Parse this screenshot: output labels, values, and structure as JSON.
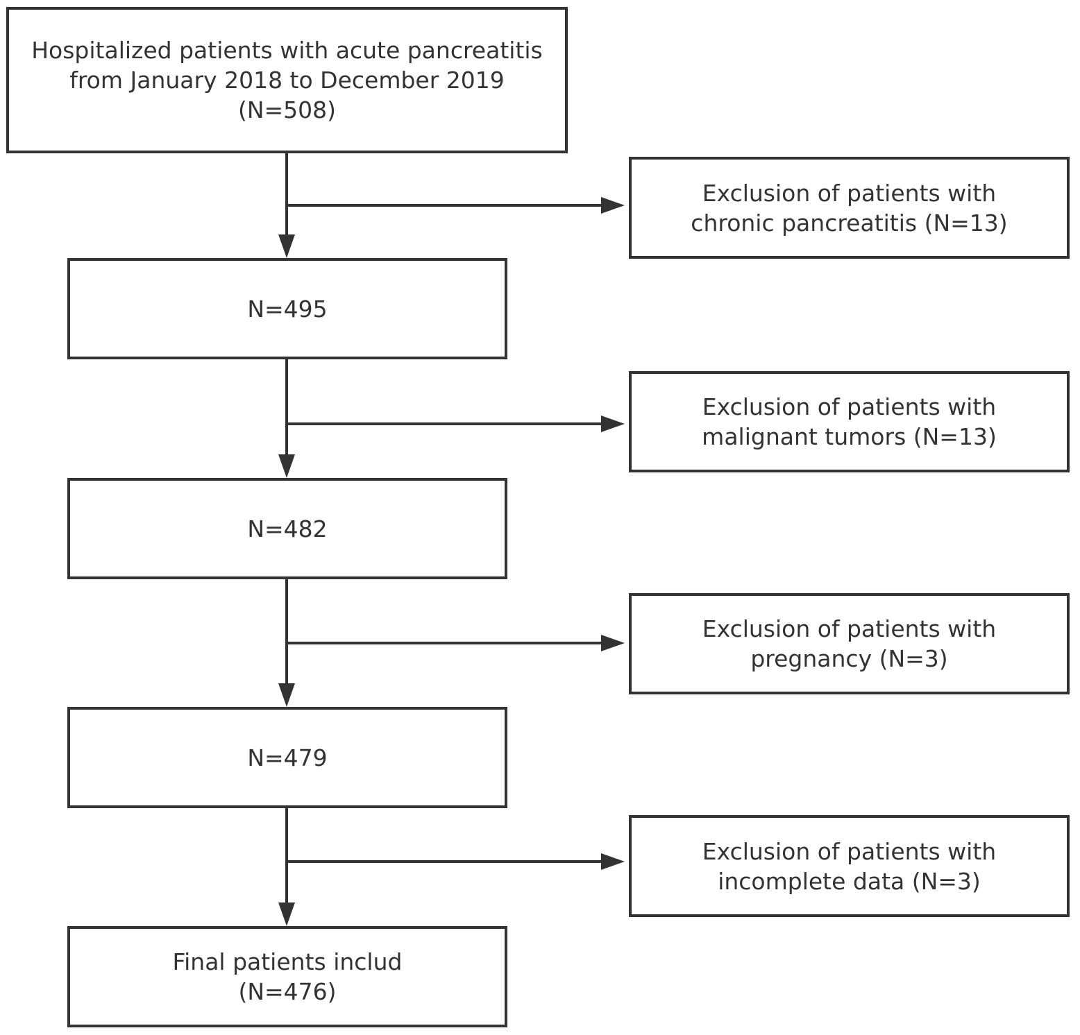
{
  "flow": {
    "start": {
      "lines": [
        "Hospitalized patients with acute pancreatitis",
        "from January 2018 to December 2019",
        "(N=508)"
      ]
    },
    "steps": [
      {
        "count": "N=495"
      },
      {
        "count": "N=482"
      },
      {
        "count": "N=479"
      }
    ],
    "final": {
      "lines": [
        "Final patients includ",
        "(N=476)"
      ]
    },
    "exclusions": [
      {
        "lines": [
          "Exclusion of patients with",
          "chronic pancreatitis (N=13)"
        ]
      },
      {
        "lines": [
          "Exclusion of patients with",
          "malignant tumors (N=13)"
        ]
      },
      {
        "lines": [
          "Exclusion of patients with",
          "pregnancy (N=3)"
        ]
      },
      {
        "lines": [
          "Exclusion of patients with",
          "incomplete data (N=3)"
        ]
      }
    ]
  },
  "colors": {
    "stroke": "#333333",
    "text": "#333333",
    "background": "#ffffff"
  }
}
